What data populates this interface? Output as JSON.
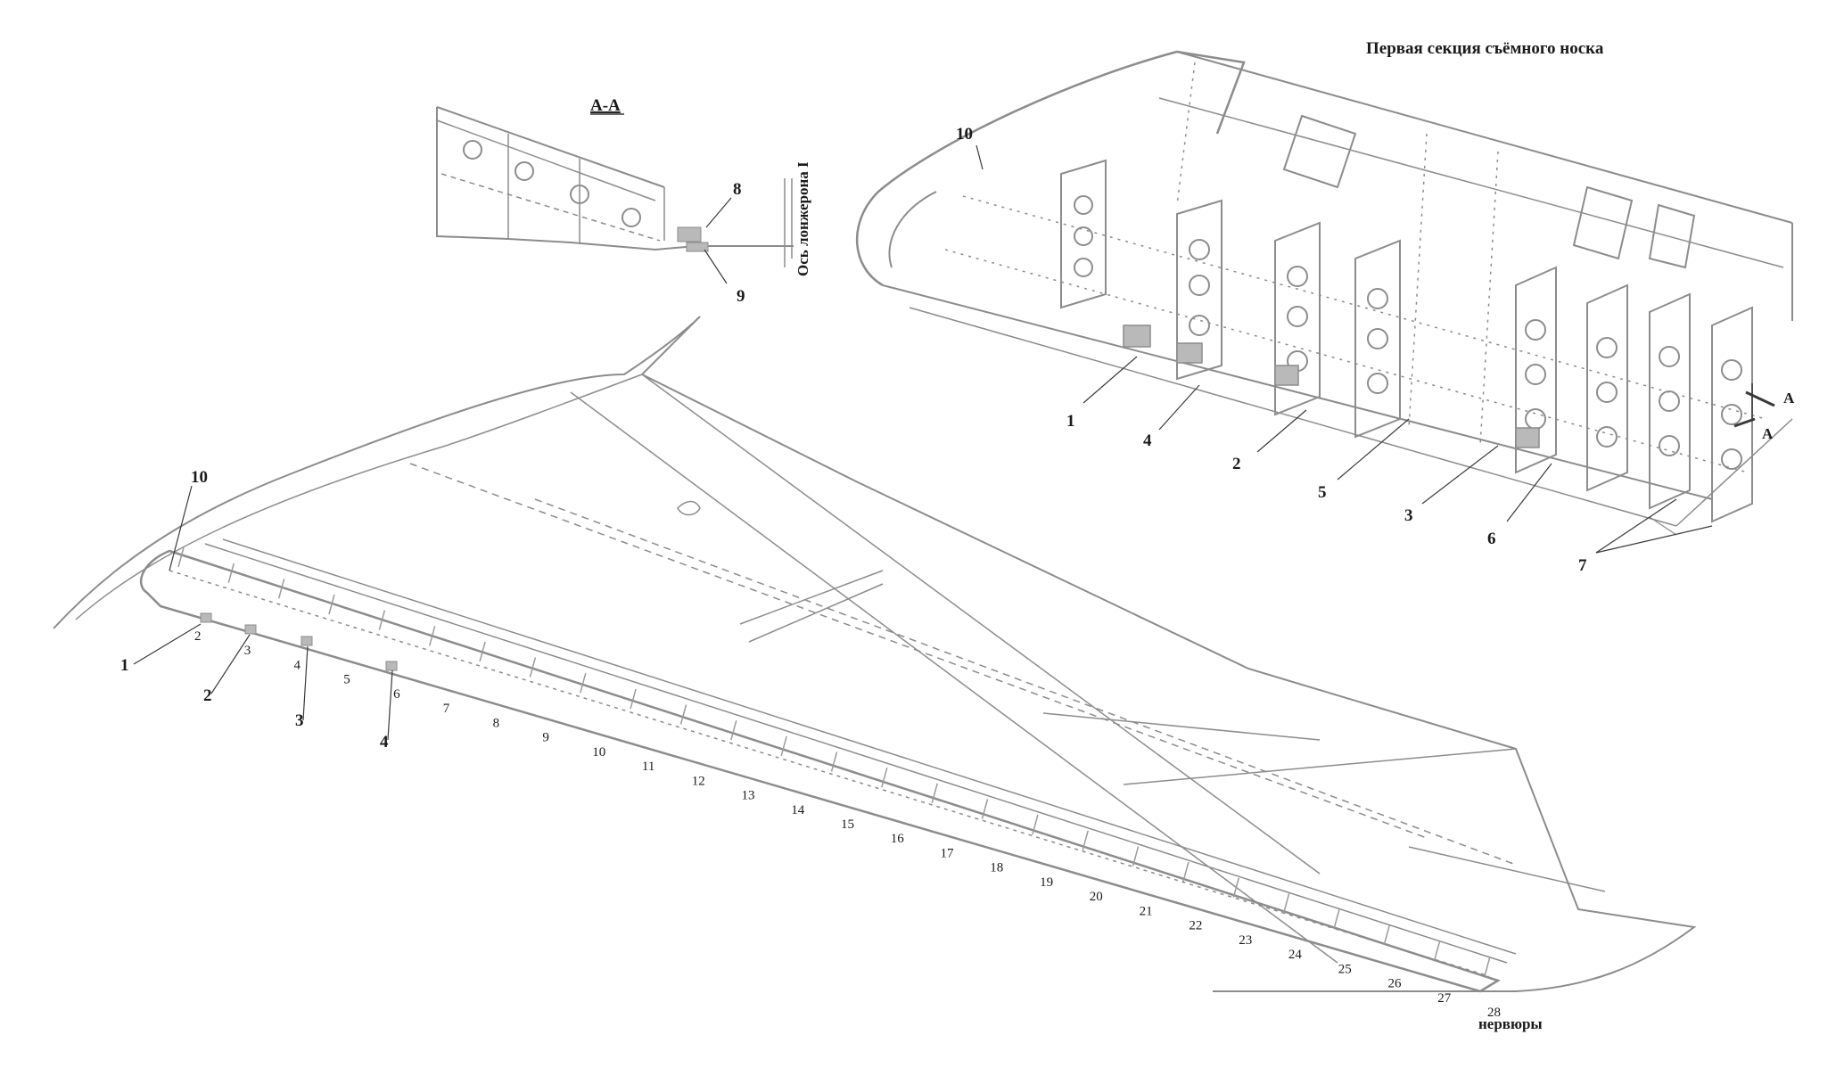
{
  "section_view": {
    "title": "А-А",
    "callouts": [
      "8",
      "9"
    ],
    "axis_label": "Ось лонжерона I"
  },
  "detail_view": {
    "title": "Первая секция съёмного носка",
    "callouts": [
      "10",
      "1",
      "4",
      "2",
      "5",
      "3",
      "6",
      "7"
    ],
    "section_marks": [
      "А",
      "А"
    ]
  },
  "main_wing": {
    "callouts": [
      "10",
      "1",
      "2",
      "3",
      "4"
    ],
    "rib_numbers": [
      "2",
      "3",
      "4",
      "5",
      "6",
      "7",
      "8",
      "9",
      "10",
      "11",
      "12",
      "13",
      "14",
      "15",
      "16",
      "17",
      "18",
      "19",
      "20",
      "21",
      "22",
      "23",
      "24",
      "25",
      "26",
      "27",
      "28"
    ],
    "rib_caption": "нервюры"
  },
  "colors": {
    "line": "#8c8c8c",
    "text": "#1a1a1a",
    "background": "#ffffff"
  }
}
